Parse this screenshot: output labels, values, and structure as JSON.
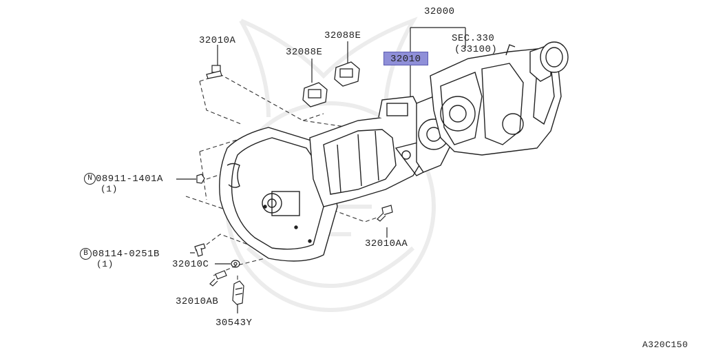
{
  "diagram": {
    "figure_code": "A320C150",
    "highlight_color": "#8f8fd8",
    "highlighted_part": "32010",
    "labels": {
      "assembly": "32000",
      "sec_ref": "SEC.330",
      "sec_sub": "(33100)",
      "case": "32010",
      "mount_a": "32010A",
      "mount_e_upper": "32088E",
      "mount_e_lower": "32088E",
      "nut_code": "08911-1401A",
      "nut_qty": "(1)",
      "nut_symbol": "N",
      "bolt_code": "08114-0251B",
      "bolt_qty": "(1)",
      "bolt_symbol": "B",
      "washer": "32010C",
      "bolt_ab": "32010AB",
      "pin": "30543Y",
      "bolt_aa": "32010AA"
    }
  }
}
